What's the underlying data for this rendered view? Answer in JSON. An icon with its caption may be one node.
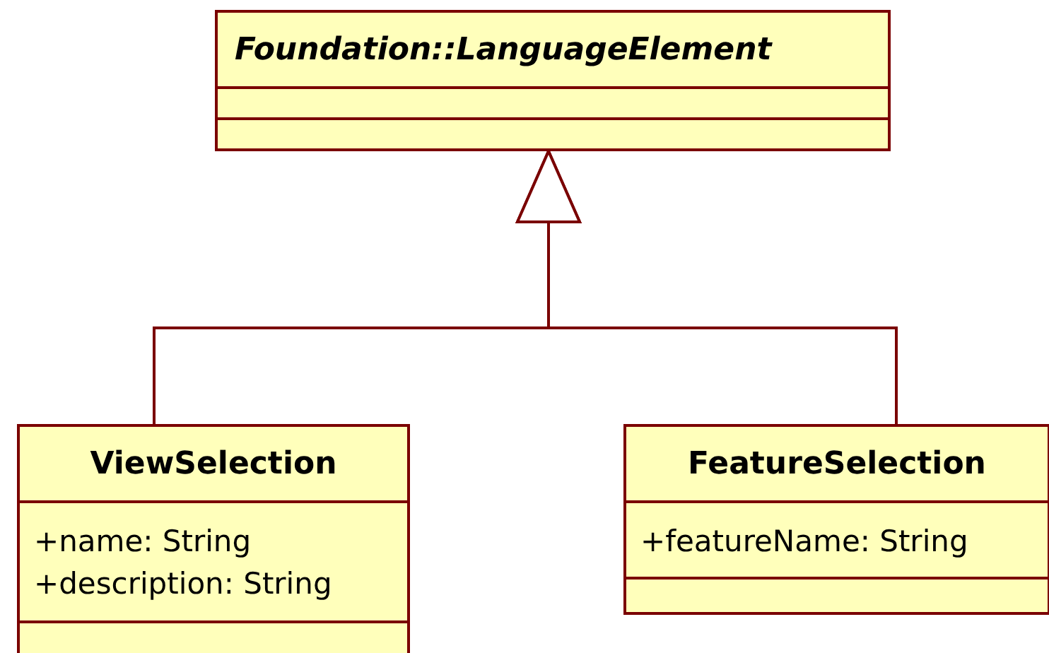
{
  "diagram": {
    "nodes": [
      {
        "text": [
          "Foundation::LanguageElement"
        ]
      },
      {
        "text": [
          "ViewSelection",
          "+name: String",
          "+description: String"
        ]
      },
      {
        "text": [
          "FeatureSelection",
          "+featureName: String"
        ]
      }
    ],
    "edges": [
      {
        "from": 1,
        "to": 0,
        "arrow": "to"
      },
      {
        "from": 2,
        "to": 0,
        "arrow": "to"
      }
    ]
  }
}
